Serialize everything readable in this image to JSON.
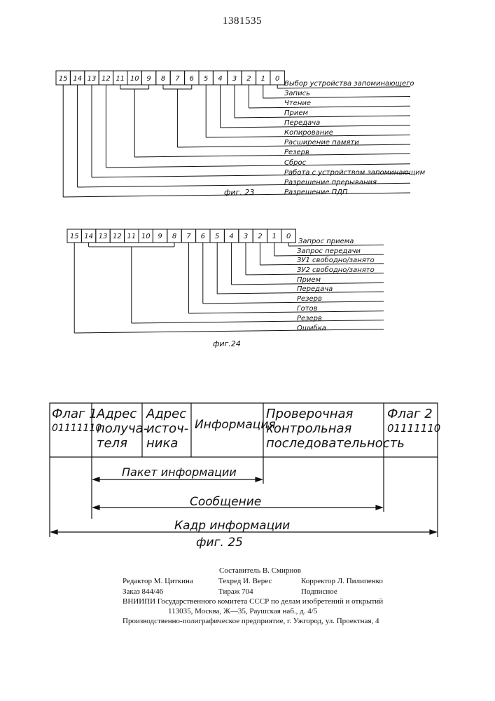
{
  "header": {
    "patent_number": "1381535"
  },
  "fig23": {
    "bits": [
      "15",
      "14",
      "13",
      "12",
      "11",
      "10",
      "9",
      "8",
      "7",
      "6",
      "5",
      "4",
      "3",
      "2",
      "1",
      "0"
    ],
    "labels": [
      "Выбор устройства запоминающего",
      "Запись",
      "Чтение",
      "Прием",
      "Передача",
      "Копирование",
      "Расширение памяти",
      "Резерв",
      "Сброс",
      "Работа с устройством запоминающим",
      "Разрешение прерывания",
      "Разрешение ПДП"
    ],
    "caption": "фиг. 23"
  },
  "fig24": {
    "bits": [
      "15",
      "14",
      "13",
      "12",
      "11",
      "10",
      "9",
      "8",
      "7",
      "6",
      "5",
      "4",
      "3",
      "2",
      "1",
      "0"
    ],
    "labels": [
      "Запрос приема",
      "Запрос передачи",
      "ЗУ1 свободно/занято",
      "ЗУ2 свободно/занято",
      "Прием",
      "Передача",
      "Резерв",
      "Готов",
      "Резерв",
      "Ошибка"
    ],
    "caption": "фиг.24"
  },
  "fig25": {
    "cells": [
      {
        "line1": "Флаг 1",
        "line2": "01111110",
        "line3": ""
      },
      {
        "line1": "Адрес",
        "line2": "получа-",
        "line3": "теля"
      },
      {
        "line1": "Адрес",
        "line2": "источ-",
        "line3": "ника"
      },
      {
        "line1": "Информация",
        "line2": "",
        "line3": ""
      },
      {
        "line1": "Проверочная",
        "line2": "контрольная",
        "line3": "последовательность"
      },
      {
        "line1": "Флаг 2",
        "line2": "01111110",
        "line3": ""
      }
    ],
    "arrow_packet": "Пакет информации",
    "arrow_message": "Сообщение",
    "arrow_frame": "Кадр информации",
    "caption": "фиг. 25"
  },
  "footer": {
    "compiler": "Составитель В. Смирнов",
    "editor": "Редактор М. Циткина",
    "techred": "Техред И. Верес",
    "corrector": "Корректор Л. Пилипенко",
    "order": "Заказ 844/46",
    "circulation": "Тираж 704",
    "subscription": "Подписное",
    "vniipi": "ВНИИПИ Государственного комитета СССР по делам изобретений и открытий",
    "address": "113035, Москва, Ж—35, Раушская наб., д. 4/5",
    "printing": "Производственно-полиграфическое предприятие, г. Ужгород, ул. Проектная, 4"
  }
}
